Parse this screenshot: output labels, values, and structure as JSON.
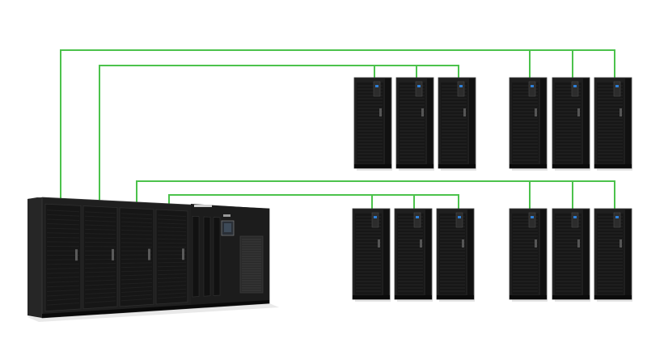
{
  "colors": {
    "background": "#ffffff",
    "wire": "#4cc24c",
    "cabinet_body": "#1f1f1f",
    "cabinet_dark": "#111111",
    "cabinet_edge": "#3a3a3a",
    "door_grille": "#171717",
    "panel_light": "#cfcfcf",
    "display": "#2a2f36",
    "status_led": "#2f7fd6"
  },
  "icons": {
    "main_unit": "modular-ups-main-cabinet",
    "rack_unit": "server-rack-cabinet",
    "wire": "green-connection-line"
  },
  "rack_groups": [
    {
      "id": "upper-left",
      "count": 3
    },
    {
      "id": "upper-right",
      "count": 3
    },
    {
      "id": "lower-left",
      "count": 3
    },
    {
      "id": "lower-right",
      "count": 3
    }
  ]
}
